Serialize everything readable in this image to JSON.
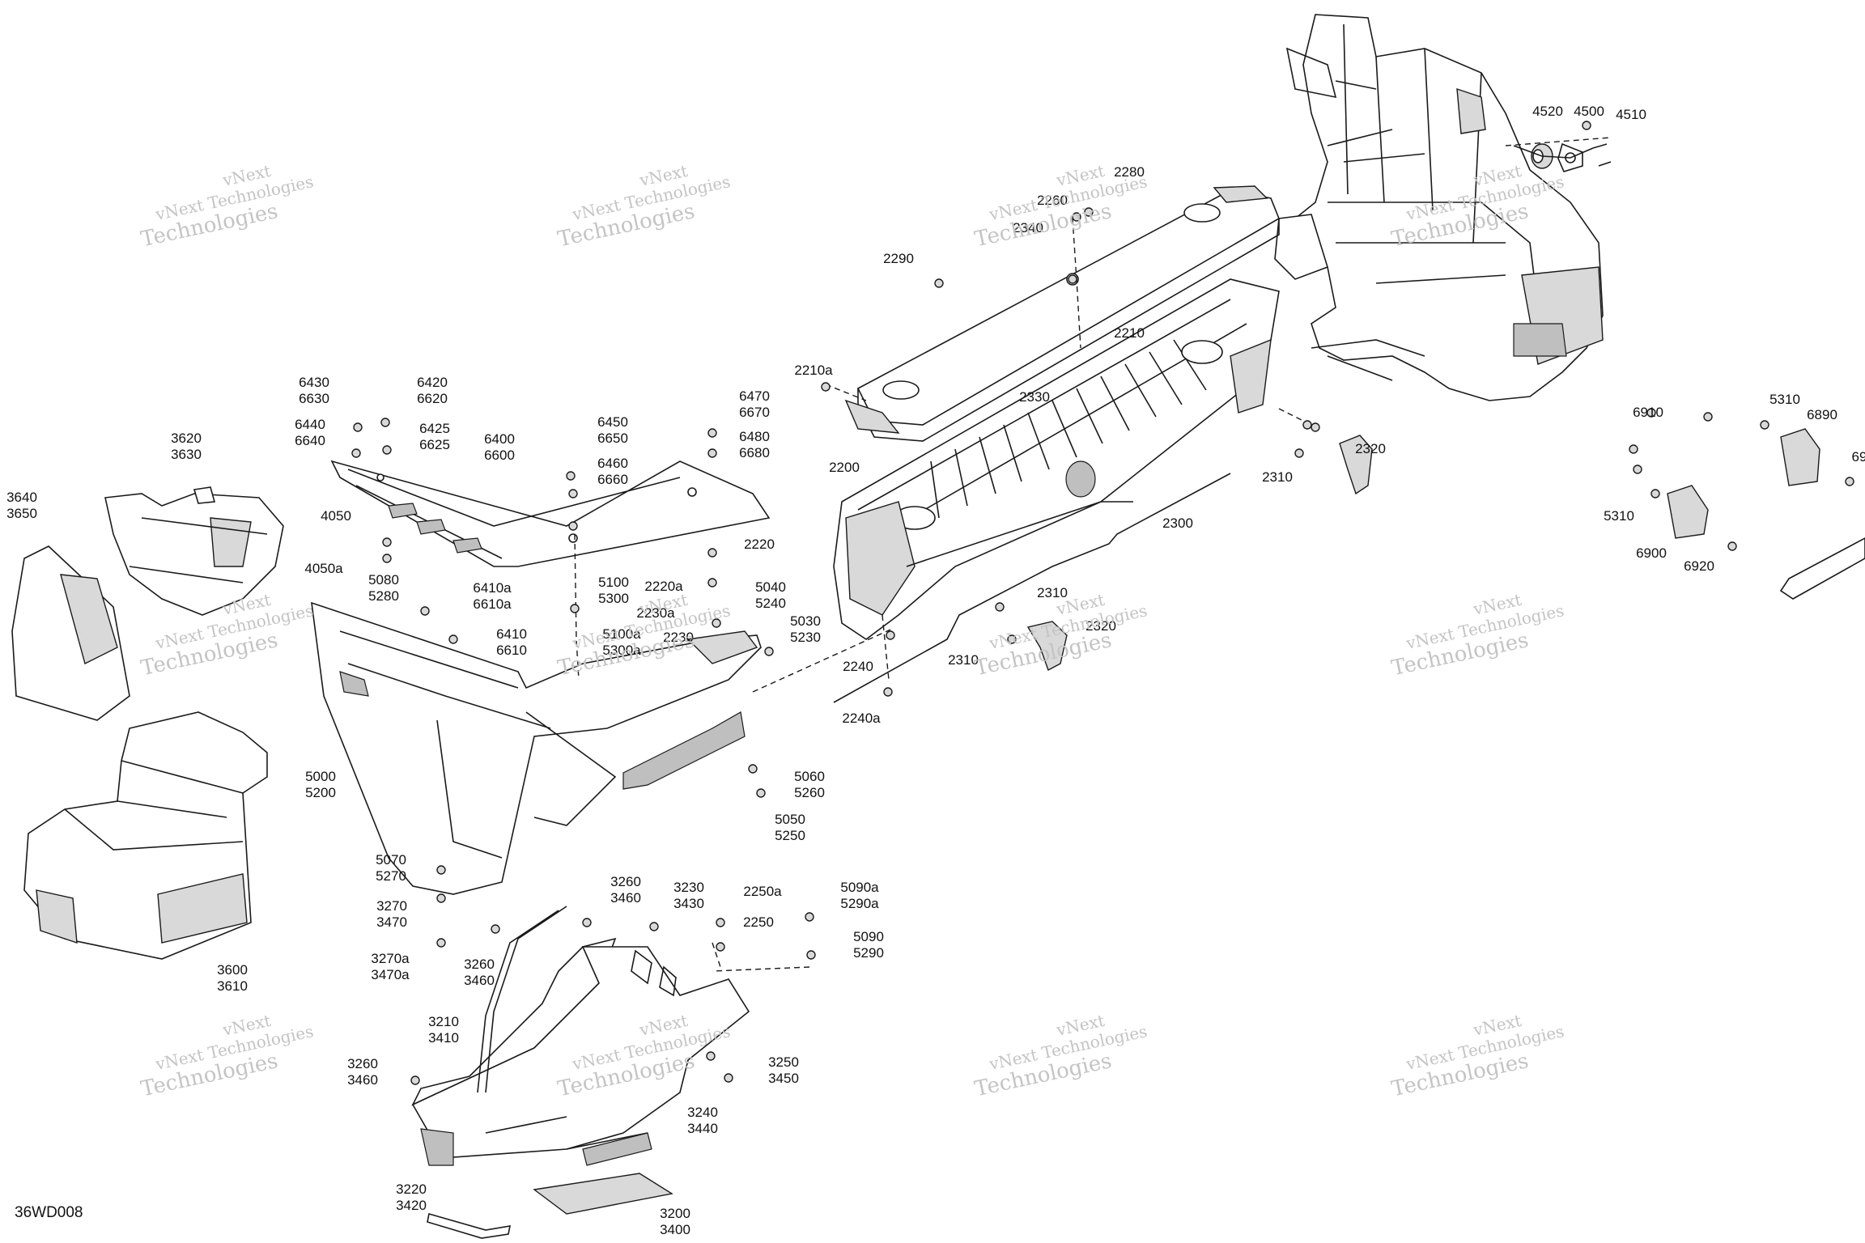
{
  "diagram_code": "36WD008",
  "watermark": {
    "line1": "vNext Technologies",
    "line2": "Technologies",
    "top": "vNext"
  },
  "callouts": [
    {
      "id": "c-2280",
      "lines": [
        "2280"
      ]
    },
    {
      "id": "c-2260",
      "lines": [
        "2260"
      ]
    },
    {
      "id": "c-2340",
      "lines": [
        "2340"
      ]
    },
    {
      "id": "c-2290",
      "lines": [
        "2290"
      ]
    },
    {
      "id": "c-2210",
      "lines": [
        "2210"
      ]
    },
    {
      "id": "c-2210a",
      "lines": [
        "2210a"
      ]
    },
    {
      "id": "c-2330",
      "lines": [
        "2330"
      ]
    },
    {
      "id": "c-2200",
      "lines": [
        "2200"
      ]
    },
    {
      "id": "c-2310a",
      "lines": [
        "2310"
      ]
    },
    {
      "id": "c-2320a",
      "lines": [
        "2320"
      ]
    },
    {
      "id": "c-2300",
      "lines": [
        "2300"
      ]
    },
    {
      "id": "c-2310b",
      "lines": [
        "2310"
      ]
    },
    {
      "id": "c-2320b",
      "lines": [
        "2320"
      ]
    },
    {
      "id": "c-2310c",
      "lines": [
        "2310"
      ]
    },
    {
      "id": "c-2240",
      "lines": [
        "2240"
      ]
    },
    {
      "id": "c-2240a",
      "lines": [
        "2240a"
      ]
    },
    {
      "id": "c-2220",
      "lines": [
        "2220"
      ]
    },
    {
      "id": "c-2220a",
      "lines": [
        "2220a"
      ]
    },
    {
      "id": "c-2230a",
      "lines": [
        "2230a"
      ]
    },
    {
      "id": "c-2230",
      "lines": [
        "2230"
      ]
    },
    {
      "id": "c-4520",
      "lines": [
        "4520"
      ]
    },
    {
      "id": "c-4500",
      "lines": [
        "4500"
      ]
    },
    {
      "id": "c-4510",
      "lines": [
        "4510"
      ]
    },
    {
      "id": "c-5310a",
      "lines": [
        "5310"
      ]
    },
    {
      "id": "c-6910",
      "lines": [
        "6910"
      ]
    },
    {
      "id": "c-6890",
      "lines": [
        "6890"
      ]
    },
    {
      "id": "c-69",
      "lines": [
        "69"
      ]
    },
    {
      "id": "c-5310b",
      "lines": [
        "5310"
      ]
    },
    {
      "id": "c-6900",
      "lines": [
        "6900"
      ]
    },
    {
      "id": "c-6920",
      "lines": [
        "6920"
      ]
    },
    {
      "id": "c-6430",
      "lines": [
        "6430",
        "6630"
      ]
    },
    {
      "id": "c-6420",
      "lines": [
        "6420",
        "6620"
      ]
    },
    {
      "id": "c-6440",
      "lines": [
        "6440",
        "6640"
      ]
    },
    {
      "id": "c-6425",
      "lines": [
        "6425",
        "6625"
      ]
    },
    {
      "id": "c-6400",
      "lines": [
        "6400",
        "6600"
      ]
    },
    {
      "id": "c-6450",
      "lines": [
        "6450",
        "6650"
      ]
    },
    {
      "id": "c-6460",
      "lines": [
        "6460",
        "6660"
      ]
    },
    {
      "id": "c-6470",
      "lines": [
        "6470",
        "6670"
      ]
    },
    {
      "id": "c-6480",
      "lines": [
        "6480",
        "6680"
      ]
    },
    {
      "id": "c-3620",
      "lines": [
        "3620",
        "3630"
      ]
    },
    {
      "id": "c-3640",
      "lines": [
        "3640",
        "3650"
      ]
    },
    {
      "id": "c-4050",
      "lines": [
        "4050"
      ]
    },
    {
      "id": "c-4050a",
      "lines": [
        "4050a"
      ]
    },
    {
      "id": "c-5080",
      "lines": [
        "5080",
        "5280"
      ]
    },
    {
      "id": "c-6410a",
      "lines": [
        "6410a",
        "6610a"
      ]
    },
    {
      "id": "c-6410",
      "lines": [
        "6410",
        "6610"
      ]
    },
    {
      "id": "c-5100",
      "lines": [
        "5100",
        "5300"
      ]
    },
    {
      "id": "c-5100a",
      "lines": [
        "5100a",
        "5300a"
      ]
    },
    {
      "id": "c-5040",
      "lines": [
        "5040",
        "5240"
      ]
    },
    {
      "id": "c-5030",
      "lines": [
        "5030",
        "5230"
      ]
    },
    {
      "id": "c-5000",
      "lines": [
        "5000",
        "5200"
      ]
    },
    {
      "id": "c-5060",
      "lines": [
        "5060",
        "5260"
      ]
    },
    {
      "id": "c-5050",
      "lines": [
        "5050",
        "5250"
      ]
    },
    {
      "id": "c-5070",
      "lines": [
        "5070",
        "5270"
      ]
    },
    {
      "id": "c-3270",
      "lines": [
        "3270",
        "3470"
      ]
    },
    {
      "id": "c-3270a",
      "lines": [
        "3270a",
        "3470a"
      ]
    },
    {
      "id": "c-3260a",
      "lines": [
        "3260",
        "3460"
      ]
    },
    {
      "id": "c-3230",
      "lines": [
        "3230",
        "3430"
      ]
    },
    {
      "id": "c-2250a",
      "lines": [
        "2250a"
      ]
    },
    {
      "id": "c-2250",
      "lines": [
        "2250"
      ]
    },
    {
      "id": "c-5090a",
      "lines": [
        "5090a",
        "5290a"
      ]
    },
    {
      "id": "c-5090",
      "lines": [
        "5090",
        "5290"
      ]
    },
    {
      "id": "c-3260b",
      "lines": [
        "3260",
        "3460"
      ]
    },
    {
      "id": "c-3600",
      "lines": [
        "3600",
        "3610"
      ]
    },
    {
      "id": "c-3210",
      "lines": [
        "3210",
        "3410"
      ]
    },
    {
      "id": "c-3250",
      "lines": [
        "3250",
        "3450"
      ]
    },
    {
      "id": "c-3260c",
      "lines": [
        "3260",
        "3460"
      ]
    },
    {
      "id": "c-3240",
      "lines": [
        "3240",
        "3440"
      ]
    },
    {
      "id": "c-3220",
      "lines": [
        "3220",
        "3420"
      ]
    },
    {
      "id": "c-3200",
      "lines": [
        "3200",
        "3400"
      ]
    }
  ]
}
